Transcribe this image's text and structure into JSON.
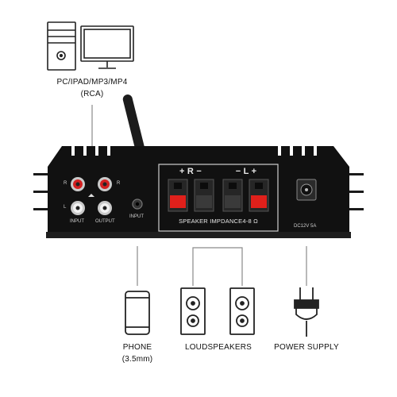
{
  "source": {
    "label": "PC/IPAD/MP3/MP4",
    "sublabel": "(RCA)"
  },
  "amplifier": {
    "speaker_label": "SPEAKER IMPDANCE4-8 Ω",
    "right_channel": "+ R −",
    "left_channel": "− L +",
    "input_label": "INPUT",
    "output_label": "OUTPUT",
    "input2_label": "INPUT",
    "power_label": "DC12V 5A",
    "r_marker": "R",
    "l_marker": "L"
  },
  "devices": [
    {
      "label": "PHONE",
      "sublabel": "(3.5mm)"
    },
    {
      "label": "LOUDSPEAKERS"
    },
    {
      "label": "POWER SUPPLY"
    }
  ],
  "colors": {
    "chassis": "#111111",
    "terminal_red": "#e0201b",
    "icon_stroke": "#222222",
    "line": "#8a8a8a"
  }
}
